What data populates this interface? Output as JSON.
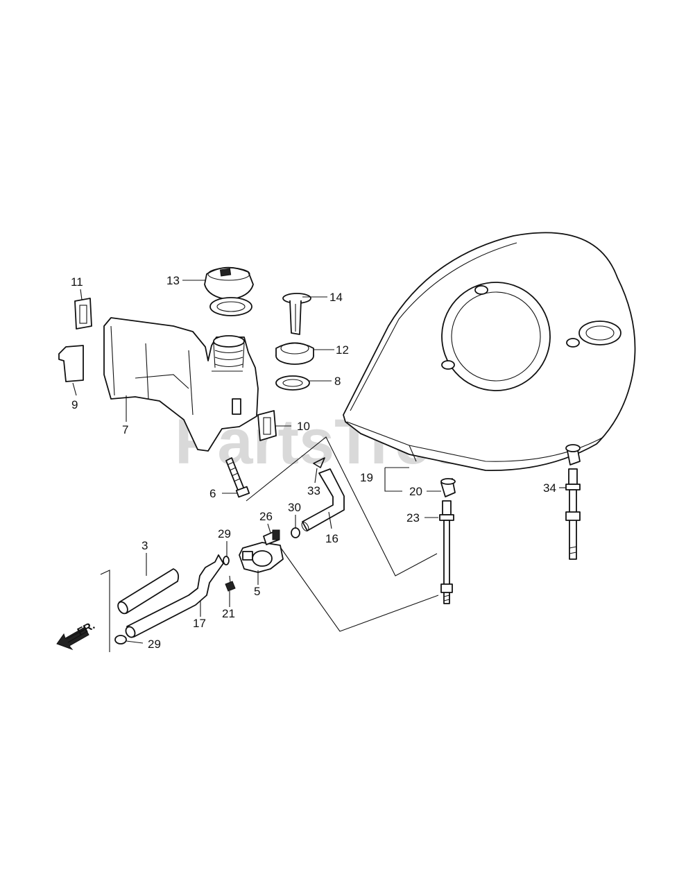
{
  "watermark": "PartsTree",
  "front_marker": "FR.",
  "callouts": [
    {
      "id": "c11",
      "label": "11"
    },
    {
      "id": "c9",
      "label": "9"
    },
    {
      "id": "c7",
      "label": "7"
    },
    {
      "id": "c13",
      "label": "13"
    },
    {
      "id": "c14",
      "label": "14"
    },
    {
      "id": "c12",
      "label": "12"
    },
    {
      "id": "c8",
      "label": "8"
    },
    {
      "id": "c10",
      "label": "10"
    },
    {
      "id": "c6",
      "label": "6"
    },
    {
      "id": "c33",
      "label": "33"
    },
    {
      "id": "c16",
      "label": "16"
    },
    {
      "id": "c30",
      "label": "30"
    },
    {
      "id": "c26",
      "label": "26"
    },
    {
      "id": "c29a",
      "label": "29"
    },
    {
      "id": "c3",
      "label": "3"
    },
    {
      "id": "c5",
      "label": "5"
    },
    {
      "id": "c21",
      "label": "21"
    },
    {
      "id": "c17",
      "label": "17"
    },
    {
      "id": "c29b",
      "label": "29"
    },
    {
      "id": "c19",
      "label": "19"
    },
    {
      "id": "c20",
      "label": "20"
    },
    {
      "id": "c23",
      "label": "23"
    },
    {
      "id": "c34",
      "label": "34"
    }
  ]
}
